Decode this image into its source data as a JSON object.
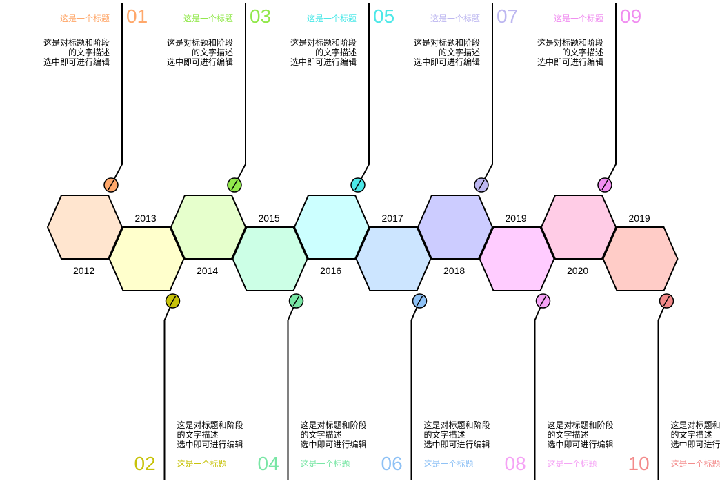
{
  "stages": [
    {
      "num": "01",
      "title": "这是一个标题",
      "desc": "这是对标题和阶段\n的文字描述\n选中即可进行编辑",
      "year": "2012",
      "color": "#ffa86b",
      "fill": "#ffe5cf"
    },
    {
      "num": "02",
      "title": "这是一个标题",
      "desc": "这是对标题和阶段\n的文字描述\n选中即可进行编辑",
      "year": "2013",
      "color": "#c7c20a",
      "fill": "#ffffcc"
    },
    {
      "num": "03",
      "title": "这是一个标题",
      "desc": "这是对标题和阶段\n的文字描述\n选中即可进行编辑",
      "year": "2014",
      "color": "#92e84c",
      "fill": "#e6ffcc"
    },
    {
      "num": "04",
      "title": "这是一个标题",
      "desc": "这是对标题和阶段\n的文字描述\n选中即可进行编辑",
      "year": "2015",
      "color": "#79e6a5",
      "fill": "#ccffe6"
    },
    {
      "num": "05",
      "title": "这是一个标题",
      "desc": "这是对标题和阶段\n的文字描述\n选中即可进行编辑",
      "year": "2016",
      "color": "#4de8e8",
      "fill": "#ccffff"
    },
    {
      "num": "06",
      "title": "这是一个标题",
      "desc": "这是对标题和阶段\n的文字描述\n选中即可进行编辑",
      "year": "2017",
      "color": "#8ec1f5",
      "fill": "#cce5ff"
    },
    {
      "num": "07",
      "title": "这是一个标题",
      "desc": "这是对标题和阶段\n的文字描述\n选中即可进行编辑",
      "year": "2018",
      "color": "#bdb7f0",
      "fill": "#ccccff"
    },
    {
      "num": "08",
      "title": "这是一个标题",
      "desc": "这是对标题和阶段\n的文字描述\n选中即可进行编辑",
      "year": "2019",
      "color": "#f5a3f5",
      "fill": "#ffccff"
    },
    {
      "num": "09",
      "title": "这是一个标题",
      "desc": "这是对标题和阶段\n的文字描述\n选中即可进行编辑",
      "year": "2020",
      "color": "#f08ef0",
      "fill": "#ffcce6"
    },
    {
      "num": "10",
      "title": "这是一个标题",
      "desc": "这是对标题和阶段\n的文字描述\n选中即可进行编辑",
      "year": "2019",
      "color": "#f38a8a",
      "fill": "#ffccc7"
    }
  ]
}
